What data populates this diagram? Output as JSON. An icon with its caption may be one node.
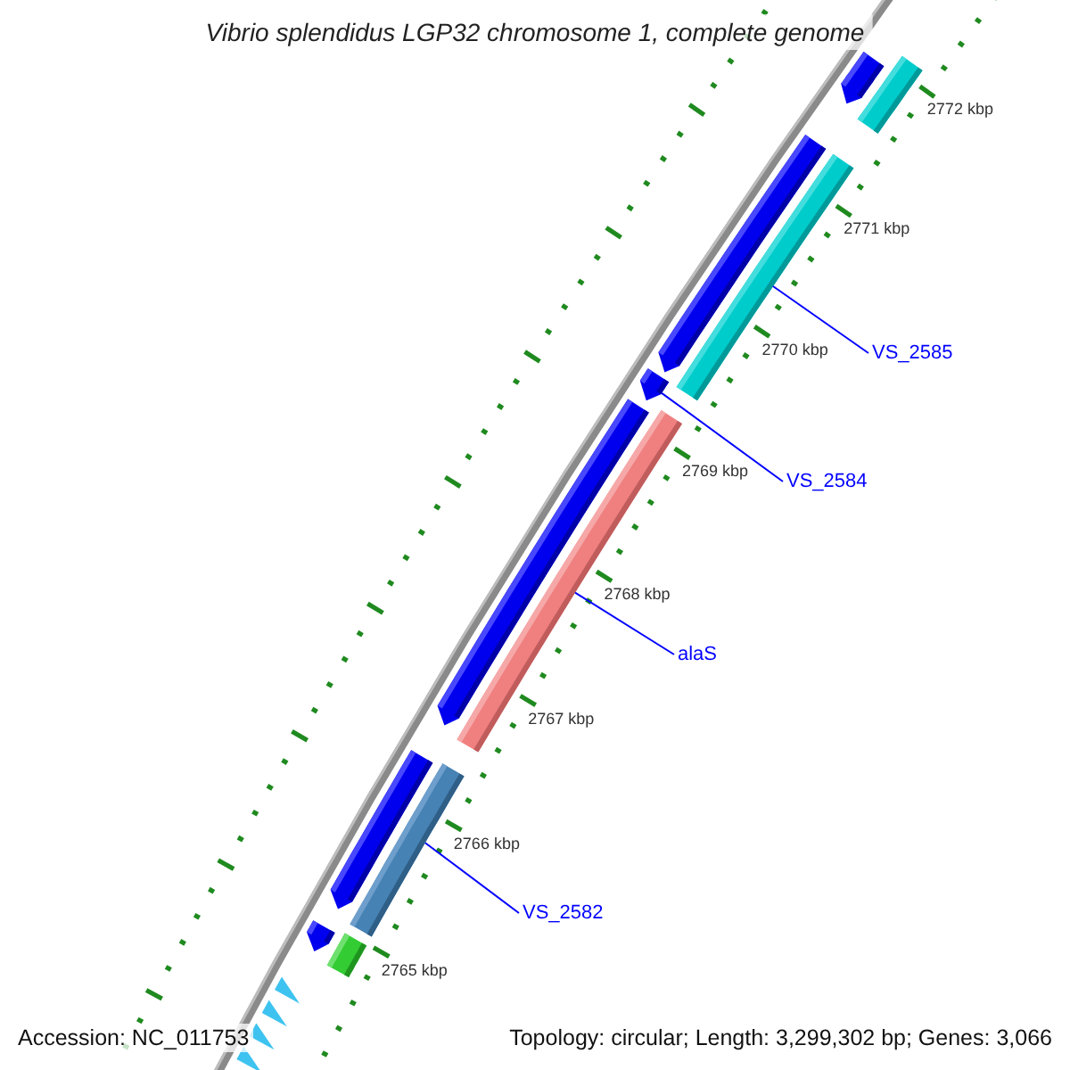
{
  "diagram": {
    "title": "Vibrio splendidus LGP32 chromosome 1, complete genome",
    "nodes": [
      {
        "text": [
          "VS_2585"
        ]
      },
      {
        "text": [
          "VS_2584"
        ]
      },
      {
        "text": [
          "alaS"
        ]
      },
      {
        "text": [
          "VS_2582"
        ]
      },
      {
        "text": [],
        "shape": "arrow"
      },
      {
        "text": [],
        "shape": "bar"
      },
      {
        "text": [],
        "shape": "arrow"
      },
      {
        "text": [],
        "shape": "bar"
      },
      {
        "text": [],
        "shape": "arrow"
      },
      {
        "text": [],
        "shape": "bar"
      },
      {
        "text": [],
        "shape": "arrow"
      },
      {
        "text": [],
        "shape": "arrow"
      },
      {
        "text": [],
        "shape": "bar"
      },
      {
        "text": [],
        "shape": "arrow"
      },
      {
        "text": [],
        "shape": "bar"
      }
    ],
    "edges": [
      {
        "from": 0,
        "to": 7,
        "arrow": "none"
      },
      {
        "from": 1,
        "to": 8,
        "arrow": "none"
      },
      {
        "from": 2,
        "to": 9,
        "arrow": "none"
      },
      {
        "from": 3,
        "to": 12,
        "arrow": "none"
      }
    ],
    "labels": [
      "2772 kbp",
      "2771 kbp",
      "2770 kbp",
      "2769 kbp",
      "2768 kbp",
      "2767 kbp",
      "2766 kbp",
      "2765 kbp",
      "Accession: NC_011753",
      "Topology: circular; Length: 3,299,302 bp; Genes: 3,066"
    ]
  }
}
